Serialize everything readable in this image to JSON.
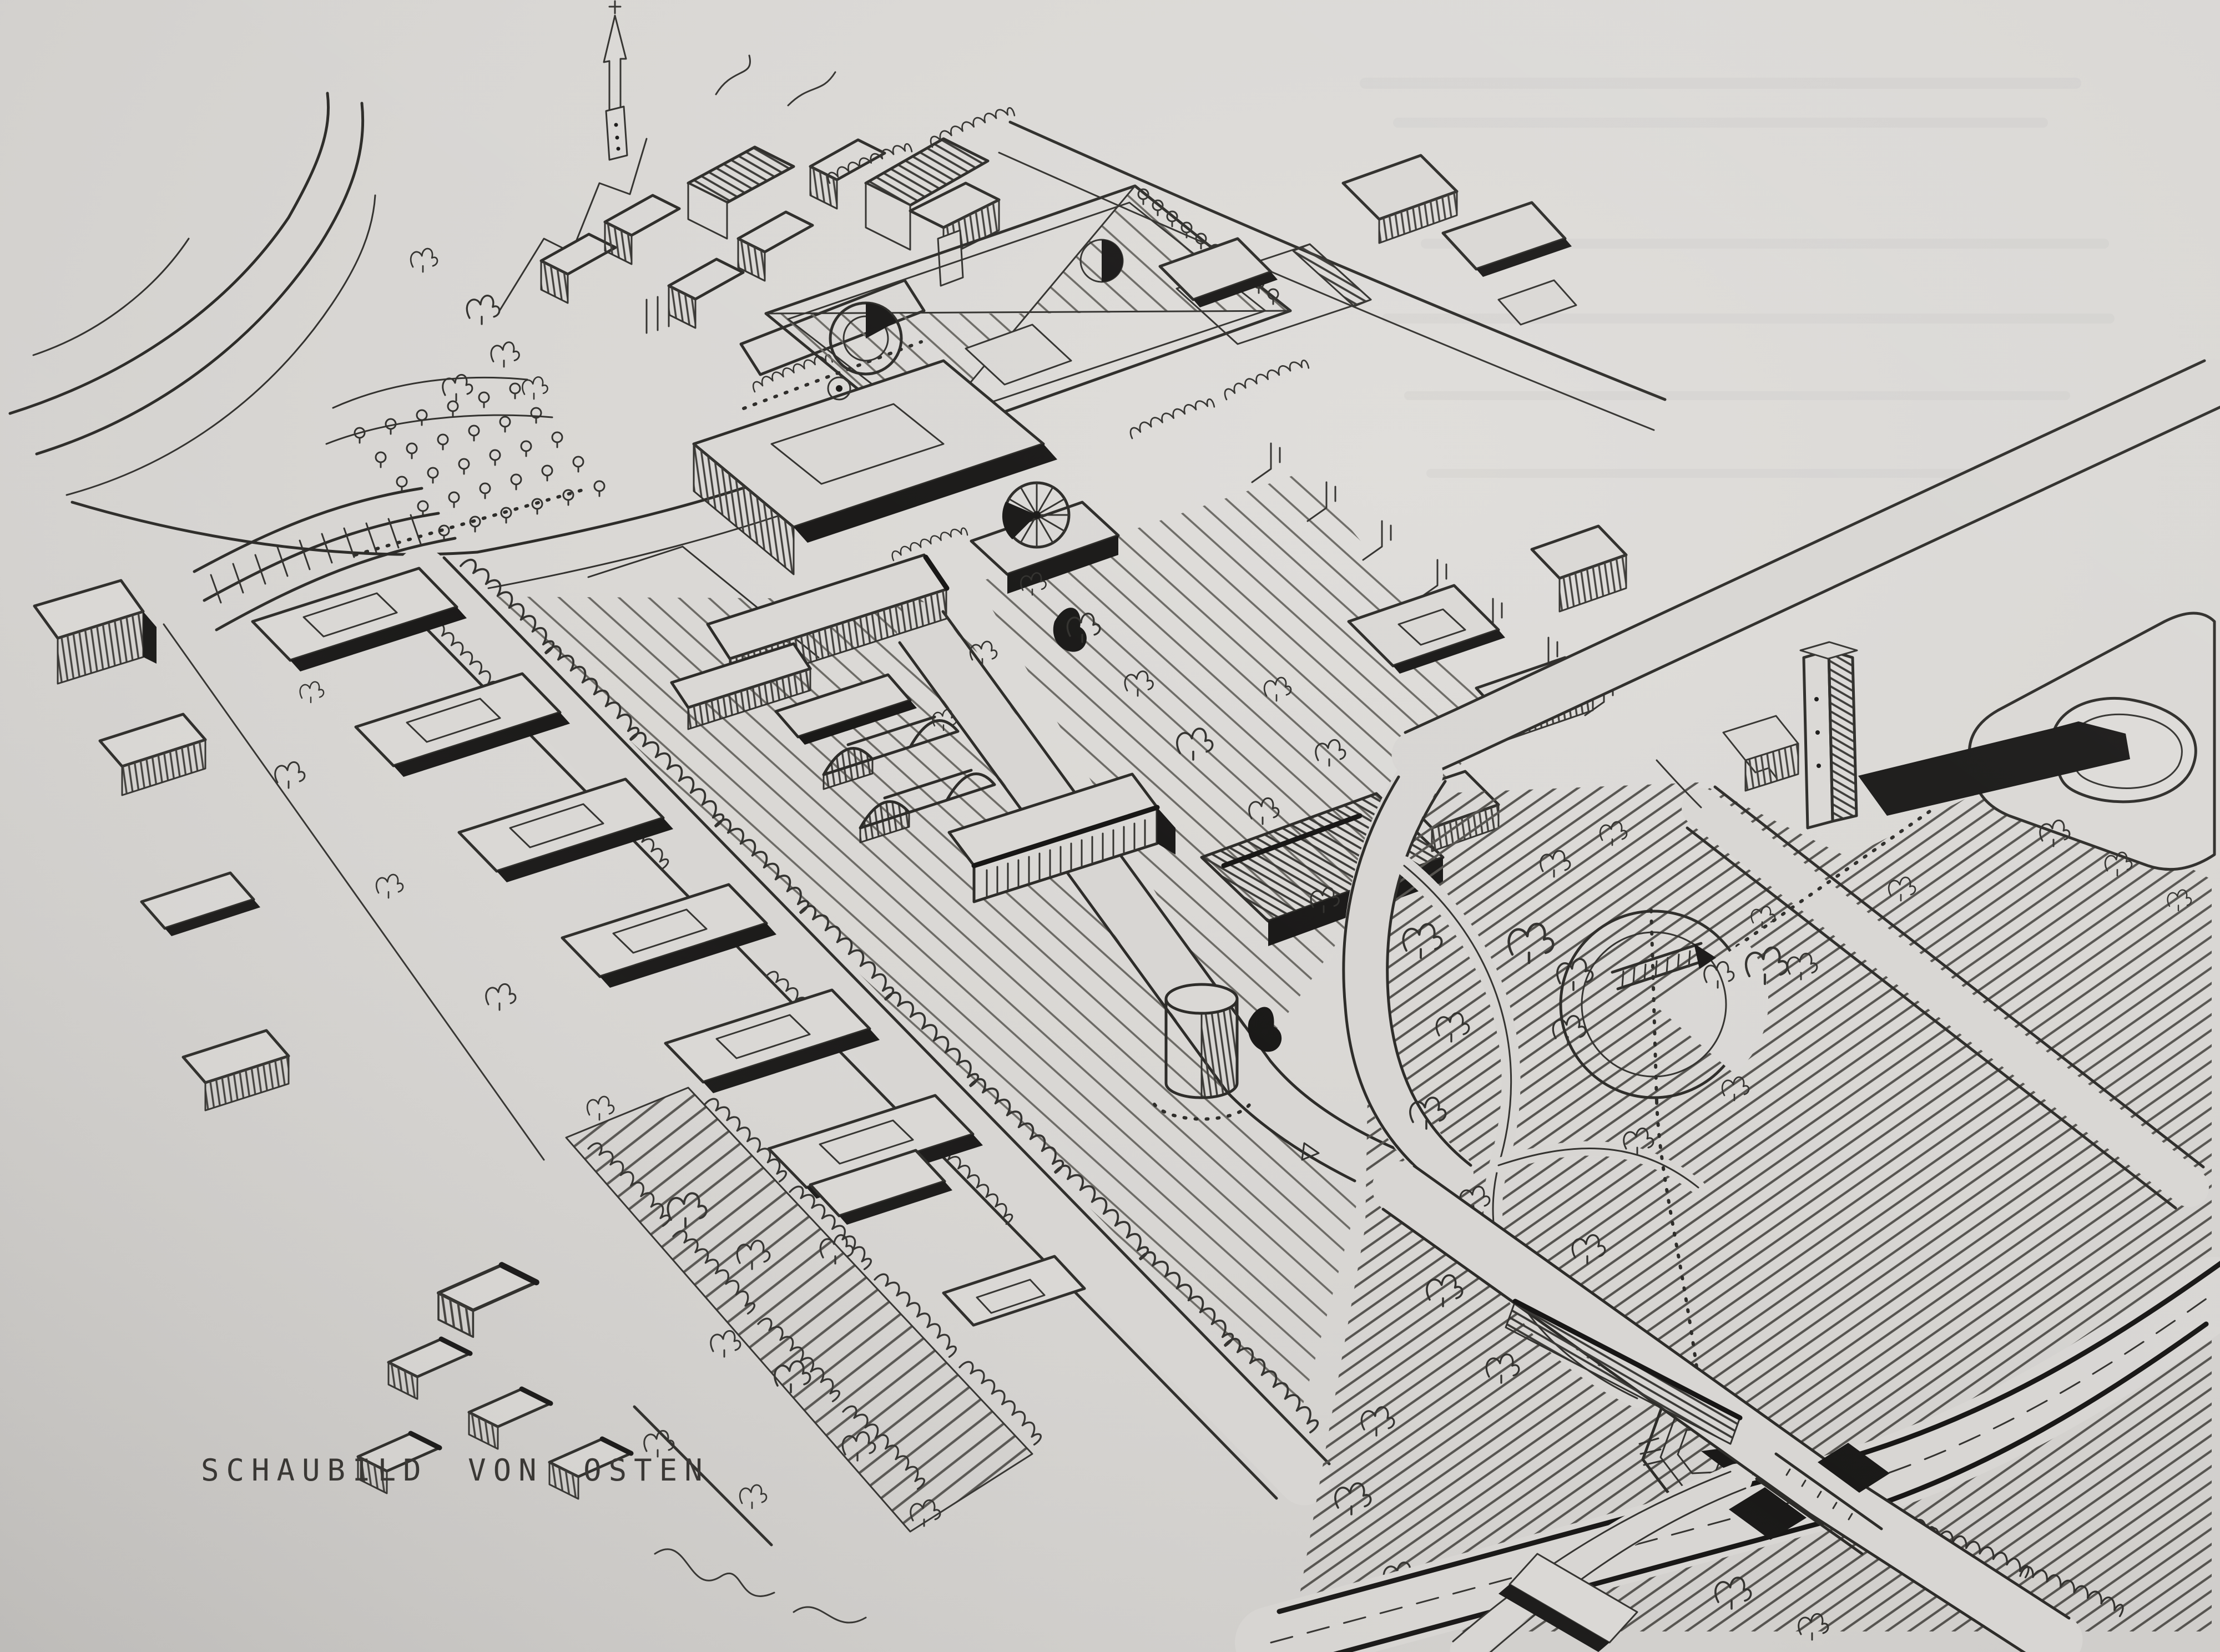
{
  "page": {
    "kind": "scanned page with hand-drawn ink aerial perspective drawing",
    "colors": {
      "paper": "#d8d6d3",
      "ink": "#2d2c29",
      "heavy_ink_shadow": "#1a1918",
      "hatch": "#54524e"
    }
  },
  "drawing": {
    "caption": "SCHAUBILD VON OSTEN",
    "features": [
      "ring-road",
      "orchard-grid",
      "terraced-rows",
      "old-town-with-church-spire",
      "arcaded-slab-buildings",
      "formal-garden-parterre-with-fountains",
      "court-building-with-dome",
      "conical-pavilion",
      "barrel-vault-halls",
      "window-slab-building",
      "hatched-roof-hall",
      "rotunda-cylinder",
      "arcade-street-with-tree-garlands",
      "perimeter-blocks",
      "central-lawn",
      "park-lawn",
      "circular-embankment",
      "stepped-amphitheater",
      "kidney-pond",
      "highrise-tower-with-cast-shadow",
      "highway-with-bridge-underpass",
      "tree-lined-promenade",
      "gabled-houses"
    ]
  }
}
